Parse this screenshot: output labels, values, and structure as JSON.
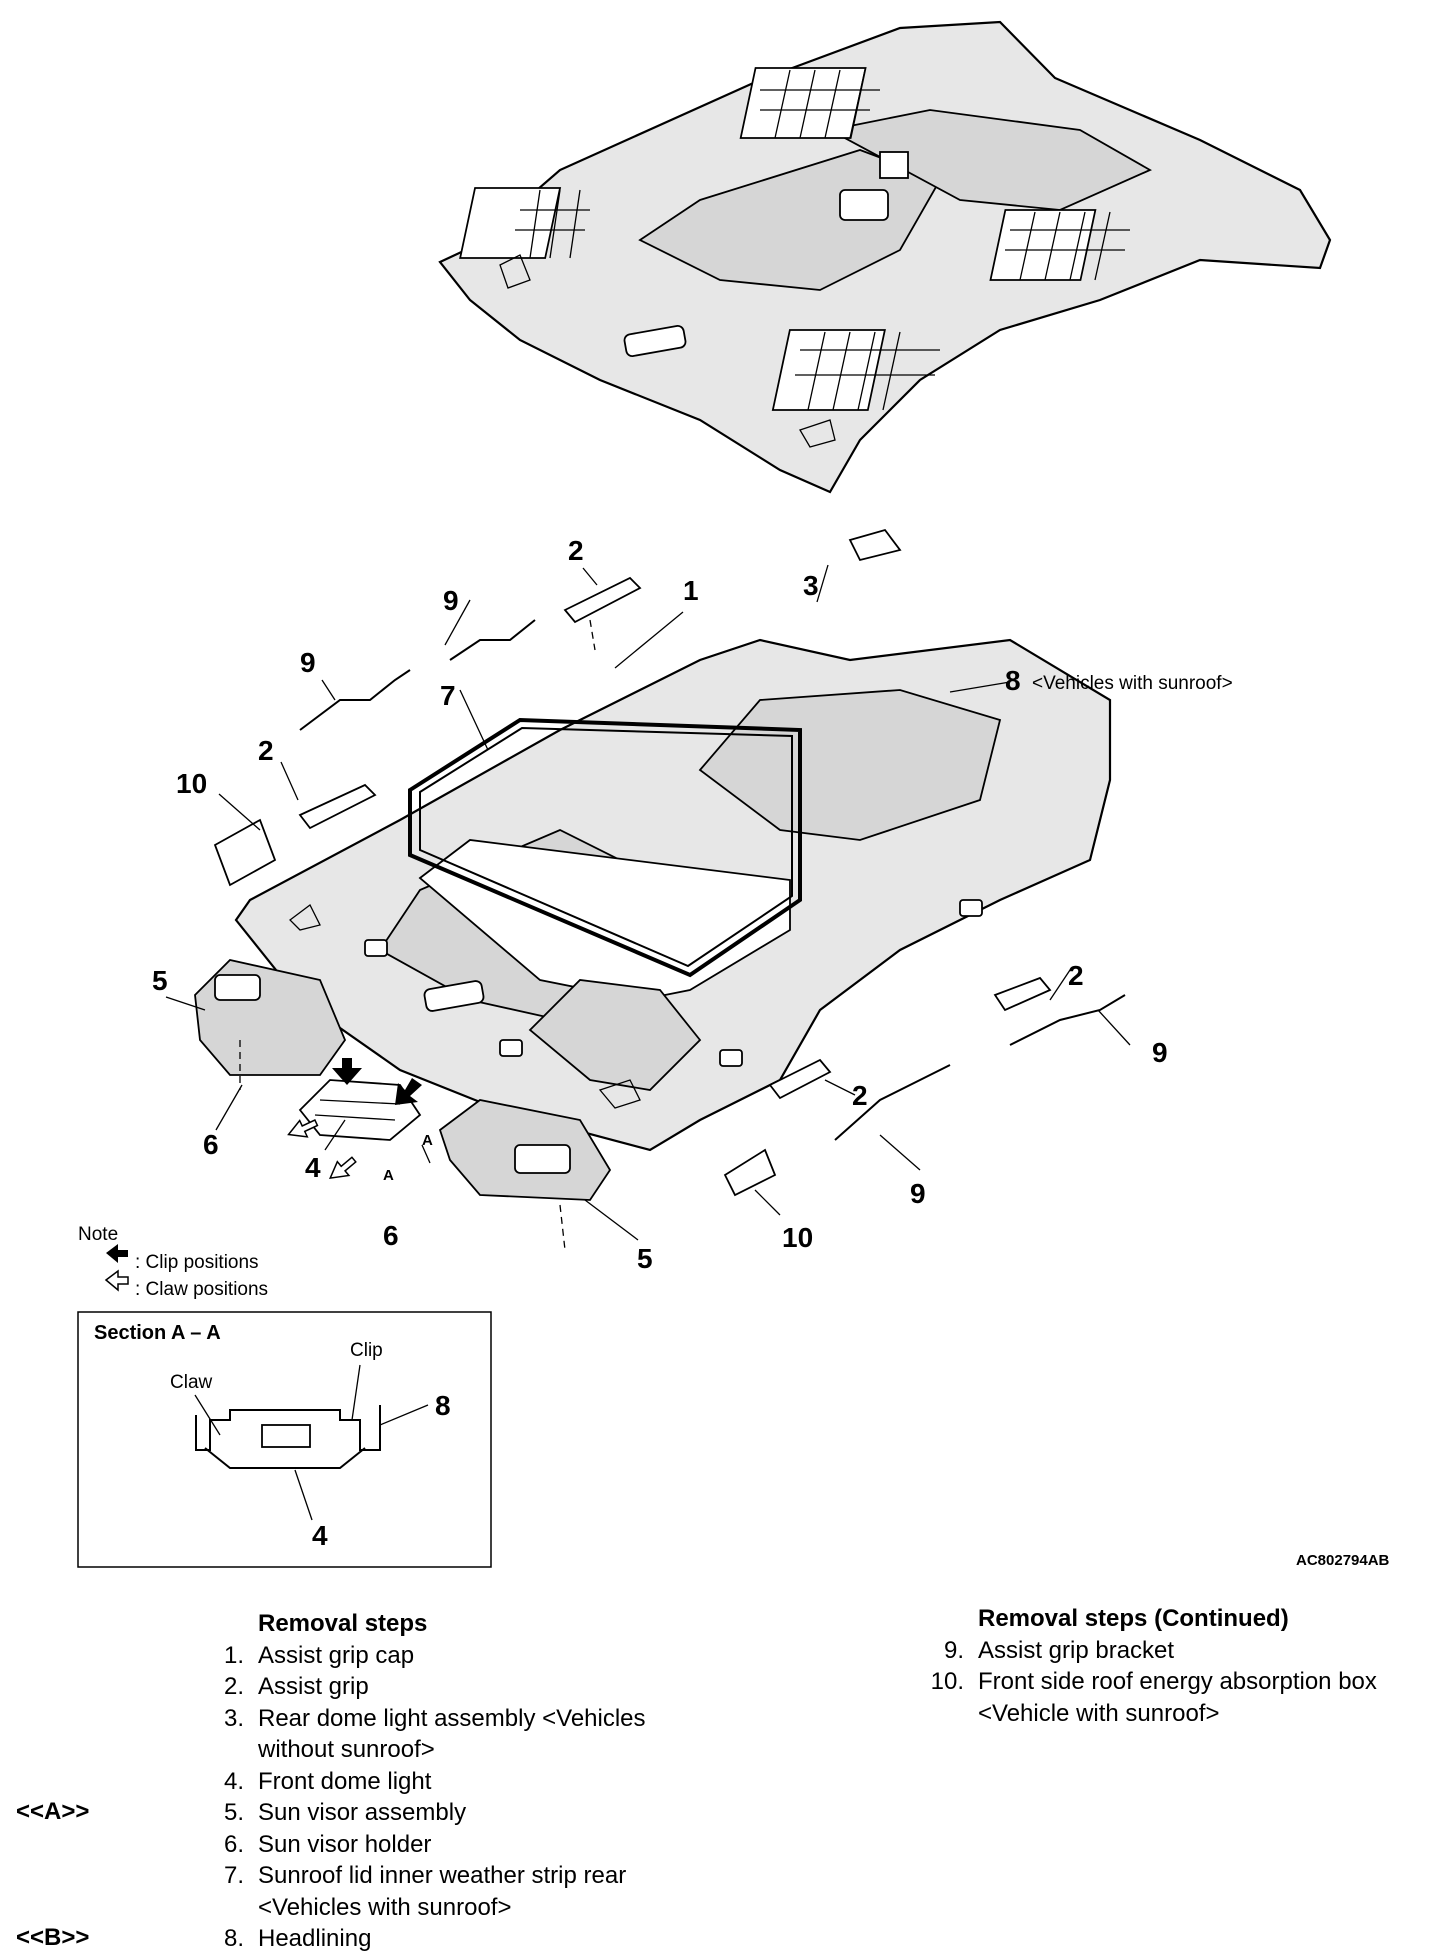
{
  "diagram": {
    "vehicles_with_sunroof_note": "<Vehicles with sunroof>",
    "figure_code": "AC802794AB",
    "note": {
      "title": "Note",
      "clip_positions": ": Clip positions",
      "claw_positions": ": Claw positions"
    },
    "section": {
      "title": "Section A – A",
      "clip_label": "Clip",
      "claw_label": "Claw",
      "callout_8": "8",
      "callout_4": "4"
    },
    "callouts": {
      "c1": "1",
      "c2": "2",
      "c3": "3",
      "c4": "4",
      "c5": "5",
      "c6": "6",
      "c7": "7",
      "c8": "8",
      "c9": "9",
      "c10": "10",
      "sectionA": "A"
    }
  },
  "removal_steps": {
    "title": "Removal steps",
    "items": [
      {
        "num": "1.",
        "text": "Assist grip cap",
        "marker": ""
      },
      {
        "num": "2.",
        "text": "Assist grip",
        "marker": ""
      },
      {
        "num": "3.",
        "text": "Rear dome light assembly <Vehicles",
        "text2": "without sunroof>",
        "marker": ""
      },
      {
        "num": "4.",
        "text": "Front dome light",
        "marker": ""
      },
      {
        "num": "5.",
        "text": "Sun visor assembly",
        "marker": ""
      },
      {
        "num": "6.",
        "text": "Sun visor holder",
        "marker": "<<A>>"
      },
      {
        "num": "7.",
        "text": "Sunroof lid inner weather strip rear",
        "text2": "<Vehicles with sunroof>",
        "marker": ""
      },
      {
        "num": "8.",
        "text": "Headlining",
        "marker": "<<B>>"
      }
    ]
  },
  "removal_steps_continued": {
    "title": "Removal steps (Continued)",
    "items": [
      {
        "num": "9.",
        "text": "Assist grip bracket"
      },
      {
        "num": "10.",
        "text": "Front side roof energy absorption box",
        "text2": "<Vehicle with sunroof>"
      }
    ]
  }
}
